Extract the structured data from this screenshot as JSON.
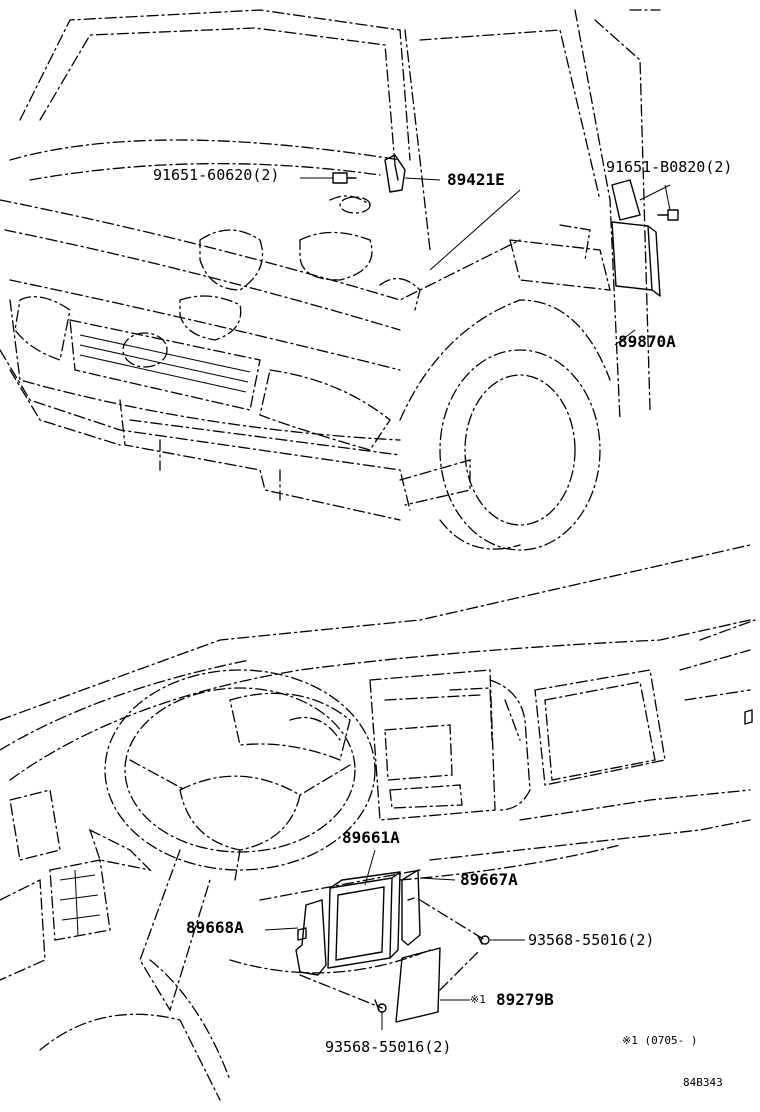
{
  "callouts": {
    "p1": "91651-60620(2)",
    "p2": "89421E",
    "p3": "91651-B0820(2)",
    "p4": "89870A",
    "p5": "89661A",
    "p6": "89667A",
    "p7": "89668A",
    "p8": "93568-55016(2)",
    "p9_mark": "※1",
    "p9": "89279B",
    "p10": "93568-55016(2)"
  },
  "footnote": "※1 (0705-    )",
  "drawing_id": "84B343"
}
